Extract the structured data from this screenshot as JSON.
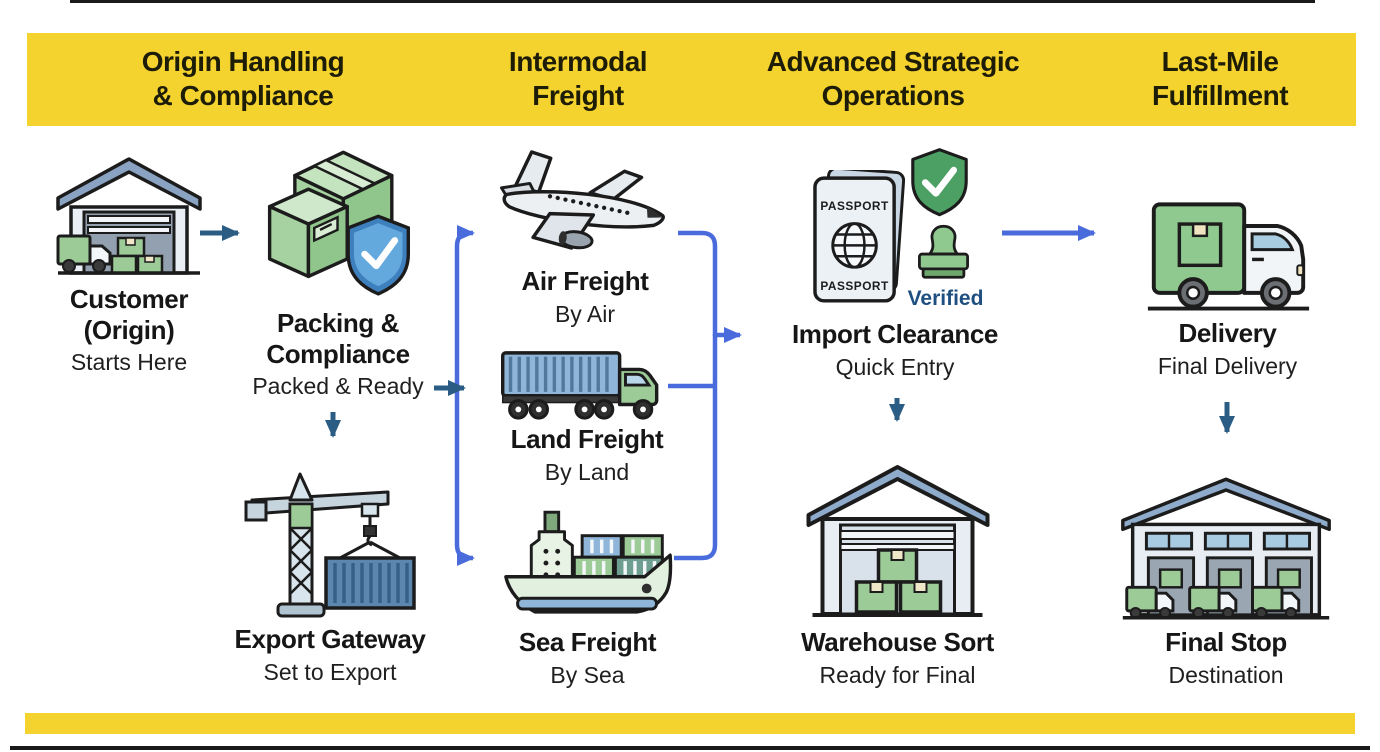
{
  "colors": {
    "band_yellow": "#F5D32E",
    "arrow_blue": "#4A6BDC",
    "arrow_navy": "#2B5C84",
    "text_dark": "#161616",
    "verified_blue": "#1E4F80"
  },
  "header": {
    "columns": [
      {
        "title": "Origin Handling\n& Compliance"
      },
      {
        "title": "Intermodal\nFreight"
      },
      {
        "title": "Advanced Strategic\nOperations"
      },
      {
        "title": "Last-Mile\nFulfillment"
      }
    ]
  },
  "nodes": {
    "customer": {
      "title": "Customer\n(Origin)",
      "subtitle": "Starts Here"
    },
    "packing": {
      "title": "Packing &\nCompliance",
      "subtitle": "Packed & Ready"
    },
    "export_gateway": {
      "title": "Export Gateway",
      "subtitle": "Set to Export"
    },
    "air_freight": {
      "title": "Air Freight",
      "subtitle": "By Air"
    },
    "land_freight": {
      "title": "Land Freight",
      "subtitle": "By Land"
    },
    "sea_freight": {
      "title": "Sea Freight",
      "subtitle": "By Sea"
    },
    "import_clearance": {
      "title": "Import Clearance",
      "subtitle": "Quick Entry",
      "passport_label_top": "PASSPORT",
      "passport_label_bottom": "PASSPORT",
      "stamp_caption": "Verified"
    },
    "warehouse_sort": {
      "title": "Warehouse Sort",
      "subtitle": "Ready for Final"
    },
    "delivery": {
      "title": "Delivery",
      "subtitle": "Final Delivery"
    },
    "final_stop": {
      "title": "Final Stop",
      "subtitle": "Destination"
    }
  }
}
